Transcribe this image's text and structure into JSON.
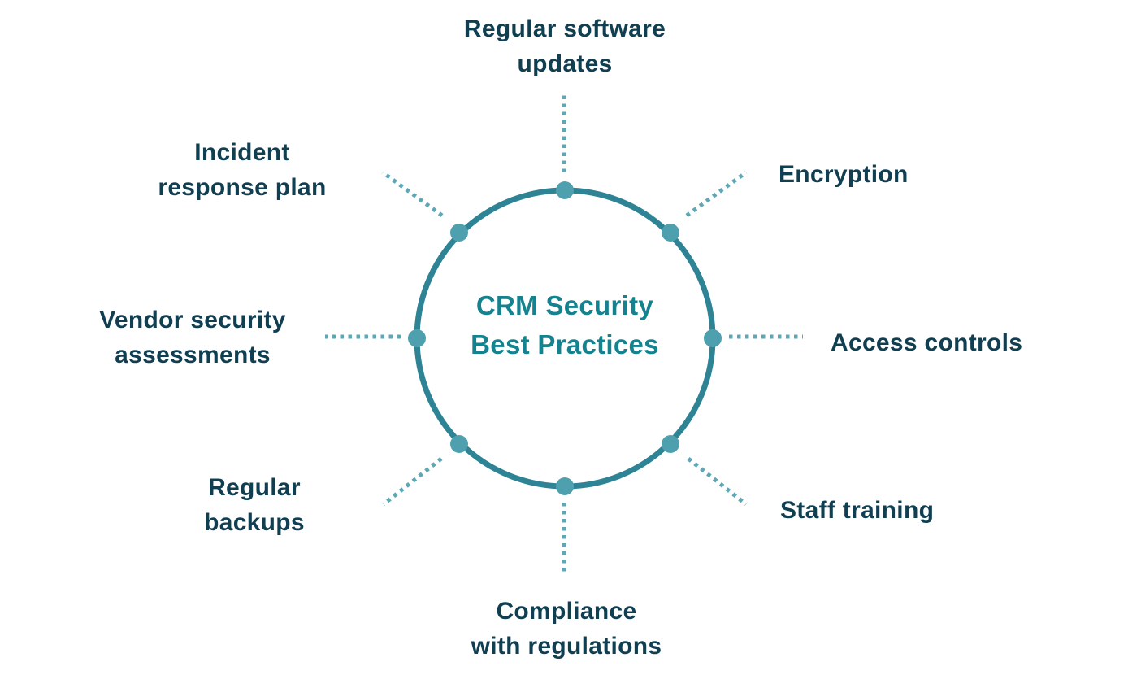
{
  "diagram": {
    "title": "CRM Security\nBest Practices",
    "items": [
      {
        "position": "top",
        "label": "Regular software\nupdates"
      },
      {
        "position": "top-right",
        "label": "Encryption"
      },
      {
        "position": "right",
        "label": "Access controls"
      },
      {
        "position": "bottom-right",
        "label": "Staff training"
      },
      {
        "position": "bottom",
        "label": "Compliance\nwith regulations"
      },
      {
        "position": "bottom-left",
        "label": "Regular\nbackups"
      },
      {
        "position": "left",
        "label": "Vendor security\nassessments"
      },
      {
        "position": "top-left",
        "label": "Incident\nresponse plan"
      }
    ]
  },
  "colors": {
    "ring": "#2E8495",
    "node_dot": "#4FA0AF",
    "ray": "#5EA7B5",
    "title": "#14828F",
    "label": "#113F52",
    "background": "#FFFFFF"
  }
}
